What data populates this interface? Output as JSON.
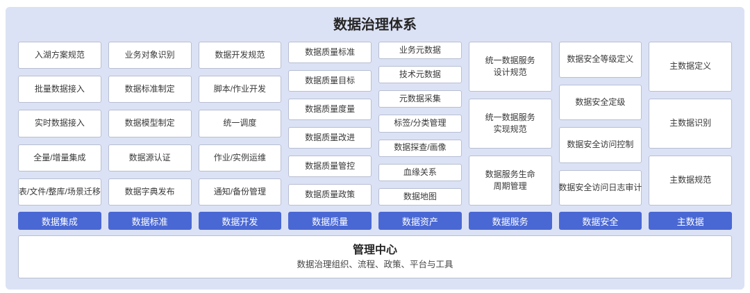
{
  "title": "数据治理体系",
  "columns": [
    {
      "category": "数据集成",
      "items": [
        "入湖方案规范",
        "批量数据接入",
        "实时数据接入",
        "全量/增量集成",
        "表/文件/整库/场景迁移"
      ]
    },
    {
      "category": "数据标准",
      "items": [
        "业务对象识别",
        "数据标准制定",
        "数据模型制定",
        "数据源认证",
        "数据字典发布"
      ]
    },
    {
      "category": "数据开发",
      "items": [
        "数据开发规范",
        "脚本/作业开发",
        "统一调度",
        "作业/实例运维",
        "通知/备份管理"
      ]
    },
    {
      "category": "数据质量",
      "items": [
        "数据质量标准",
        "数据质量目标",
        "数据质量度量",
        "数据质量改进",
        "数据质量管控",
        "数据质量政策"
      ]
    },
    {
      "category": "数据资产",
      "items": [
        "业务元数据",
        "技术元数据",
        "元数据采集",
        "标签/分类管理",
        "数据探查/画像",
        "血缘关系",
        "数据地图"
      ]
    },
    {
      "category": "数据服务",
      "items": [
        "统一数据服务\n设计规范",
        "统一数据服务\n实现规范",
        "数据服务生命\n周期管理"
      ]
    },
    {
      "category": "数据安全",
      "items": [
        "数据安全等级定义",
        "数据安全定级",
        "数据安全访问控制",
        "数据安全访问日志审计"
      ]
    },
    {
      "category": "主数据",
      "items": [
        "主数据定义",
        "主数据识别",
        "主数据规范"
      ]
    }
  ],
  "management_center": {
    "title": "管理中心",
    "subtitle": "数据治理组织、流程、政策、平台与工具"
  },
  "colors": {
    "panel_background": "#dce2f5",
    "box_background": "#ffffff",
    "box_border": "#b7bed2",
    "category_accent": "#4a68d4",
    "category_text": "#ffffff",
    "title_text": "#262626",
    "box_text": "#383838"
  }
}
